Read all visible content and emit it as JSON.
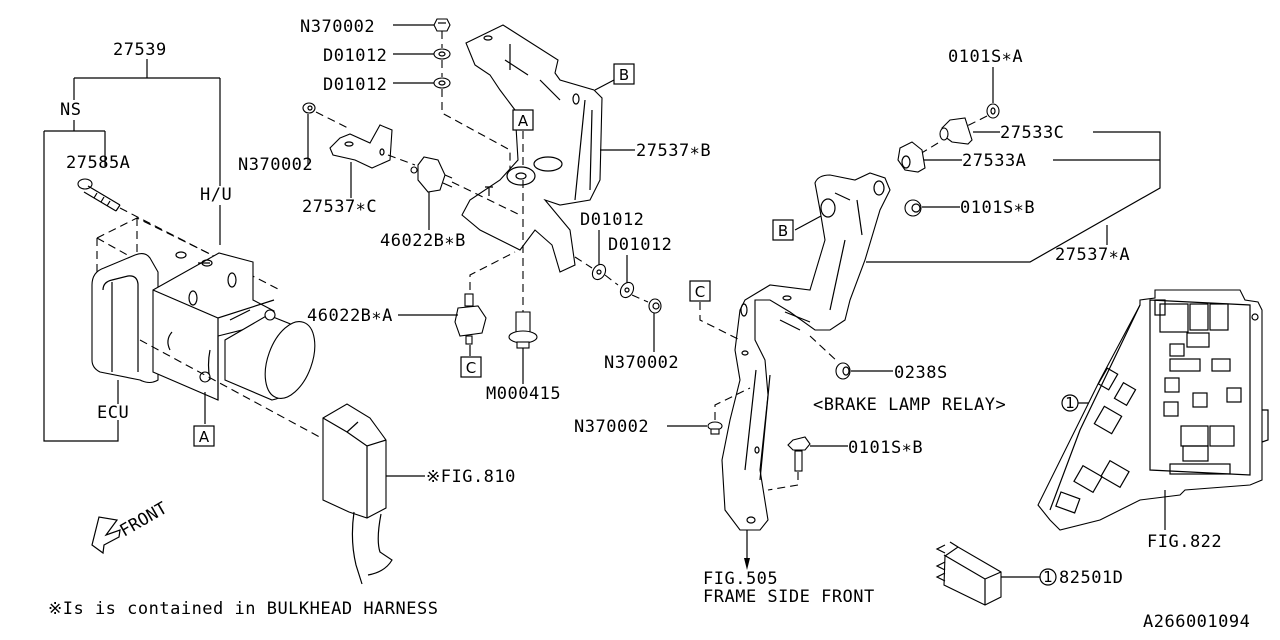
{
  "diagram": {
    "type": "exploded-parts-diagram",
    "drawing_id": "A266001094",
    "footnote": "※Is is contained in BULKHEAD HARNESS",
    "front_indicator": "FRONT",
    "labels": {
      "assy_27539": "27539",
      "ns": "NS",
      "hu": "H/U",
      "ecu": "ECU",
      "p27585A": "27585A",
      "n370002_top": "N370002",
      "d01012_top1": "D01012",
      "d01012_top2": "D01012",
      "n370002_left": "N370002",
      "p27537C": "27537∗C",
      "p46022BB": "46022B∗B",
      "p27537B": "27537∗B",
      "d01012_mid1": "D01012",
      "d01012_mid2": "D01012",
      "p46022BA": "46022B∗A",
      "m000415": "M000415",
      "n370002_mid": "N370002",
      "fig810": "※FIG.810",
      "p0101SA": "0101S∗A",
      "p27533C": "27533C",
      "p27533A": "27533A",
      "p0101SB_top": "0101S∗B",
      "p27537A": "27537∗A",
      "p0238S": "0238S",
      "brake_lamp_relay": "<BRAKE LAMP RELAY>",
      "n370002_low": "N370002",
      "p0101SB_low": "0101S∗B",
      "fig505_line1": "FIG.505",
      "fig505_line2": "FRAME SIDE FRONT",
      "fig822": "FIG.822",
      "p82501D": "82501D",
      "callout_1": "1"
    },
    "ref_boxes": {
      "A": "A",
      "B": "B",
      "C": "C"
    }
  }
}
